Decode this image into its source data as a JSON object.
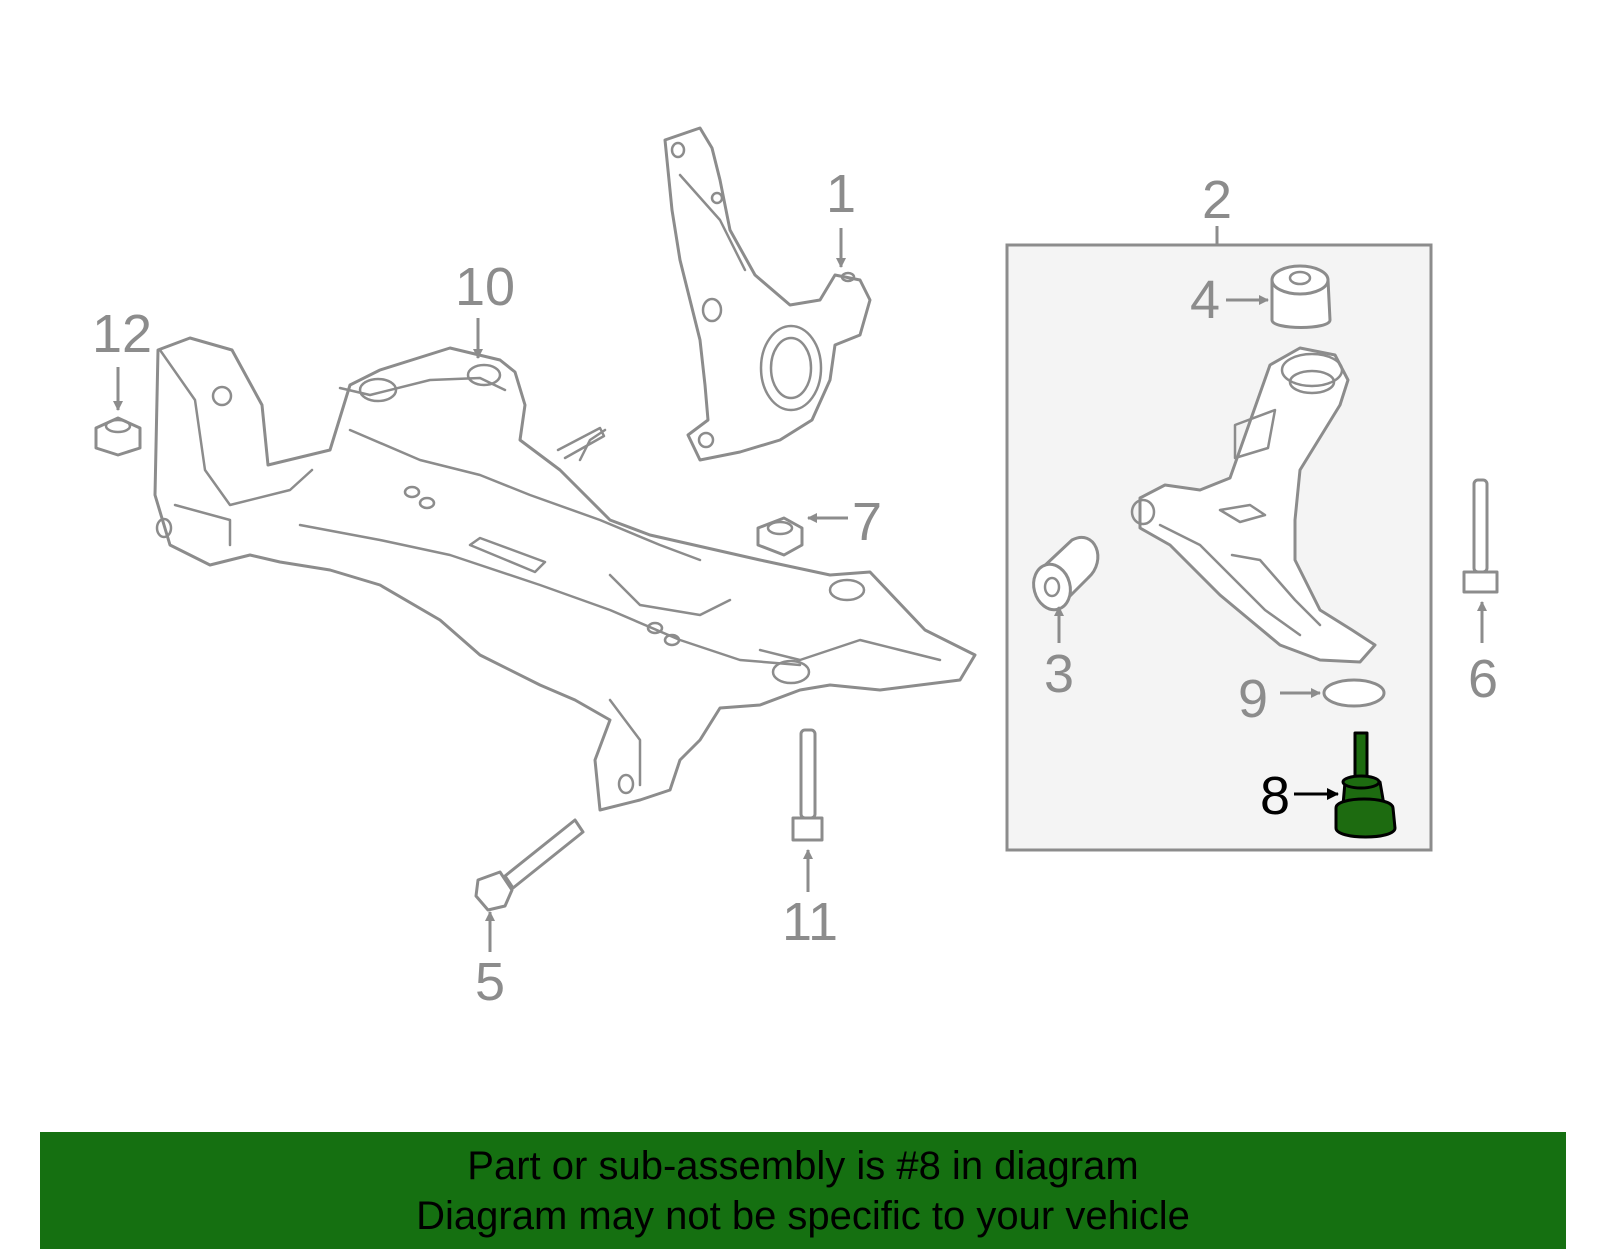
{
  "callouts": {
    "c1": "1",
    "c2": "2",
    "c3": "3",
    "c4": "4",
    "c5": "5",
    "c6": "6",
    "c7": "7",
    "c8": "8",
    "c9": "9",
    "c10": "10",
    "c11": "11",
    "c12": "12"
  },
  "highlighted_part": "8",
  "colors": {
    "line": "#8c8c8c",
    "highlight_fill": "#1d6b10",
    "banner": "#157011",
    "box_fill": "#f4f4f4"
  },
  "banner": {
    "line1": "Part or sub-assembly is #8 in diagram",
    "line2": "Diagram may not be specific to your vehicle"
  }
}
